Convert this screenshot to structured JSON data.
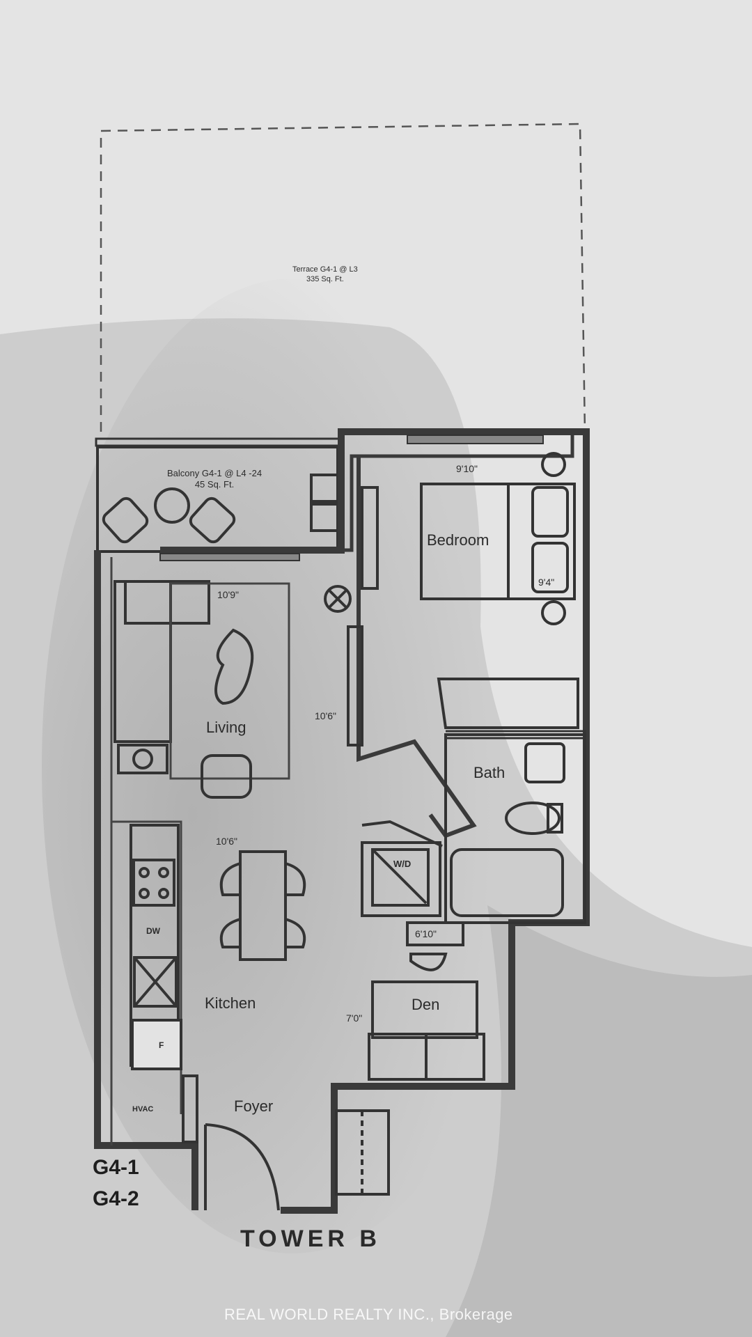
{
  "terrace": {
    "label": "Terrace G4-1 @ L3",
    "area": "335 Sq. Ft."
  },
  "balcony": {
    "label": "Balcony G4-1 @ L4 -24",
    "area": "45 Sq. Ft."
  },
  "rooms": {
    "bedroom": "Bedroom",
    "living": "Living",
    "bath": "Bath",
    "kitchen": "Kitchen",
    "den": "Den",
    "foyer": "Foyer",
    "hvac": "HVAC"
  },
  "dimensions": {
    "bedroom_width": "9'10\"",
    "bedroom_depth": "9'4\"",
    "living_width": "10'9\"",
    "living_depth": "10'6\"",
    "kitchen_width": "10'6\"",
    "laundry": "6'10\"",
    "den": "7'0\""
  },
  "fixtures": {
    "washer_dryer": "W/D",
    "dishwasher": "DW",
    "fridge": "F"
  },
  "plan_codes": [
    "G4-1",
    "G4-2"
  ],
  "tower": "TOWER B",
  "watermark": "REAL WORLD REALTY INC., Brokerage"
}
